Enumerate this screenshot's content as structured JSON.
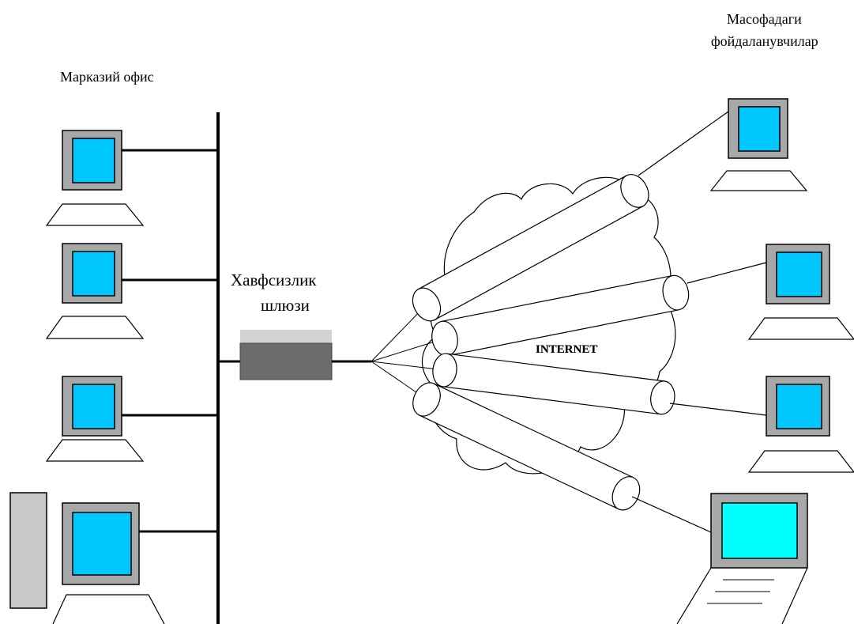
{
  "labels": {
    "central_office": "Марказий офис",
    "remote_users_line1": "Масофадаги",
    "remote_users_line2": "фойдаланувчилар",
    "gateway_line1": "Хавфсизлик",
    "gateway_line2": "шлюзи",
    "internet": "INTERNET"
  },
  "colors": {
    "monitor_frame": "#a8a8a8",
    "screen": "#00c8ff",
    "laptop_screen": "#00ffff",
    "tower": "#c8c8c8",
    "gateway_top": "#d3d3d3",
    "gateway_body": "#6b6b6b",
    "line": "#000000"
  },
  "office_workstations": [
    "workstation-1",
    "workstation-2",
    "workstation-3",
    "workstation-4"
  ],
  "remote_users": [
    "remote-pc-1",
    "remote-pc-2",
    "remote-pc-3",
    "remote-laptop"
  ]
}
